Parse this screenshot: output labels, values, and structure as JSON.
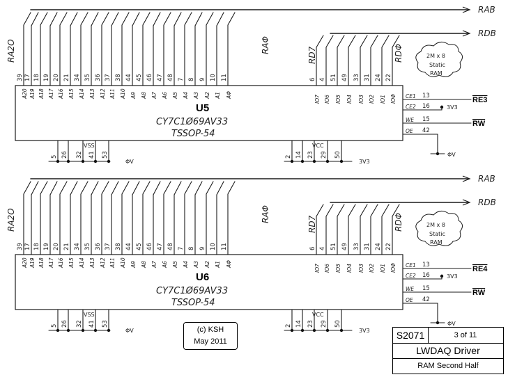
{
  "chips": [
    {
      "ref": "U5",
      "part": "CY7C1Ø69AV33",
      "package": "TSSOP-54",
      "enable_net": "RE3",
      "rw_net": "RW",
      "bus_addr": "RAB",
      "bus_data": "RDB",
      "bus_addr_range_label": "RA2O",
      "bus_addr_low_label": "RAΦ",
      "bus_data_high_label": "RD7",
      "bus_data_low_label": "RDΦ",
      "cloud_note": "2M x 8 Static RAM",
      "power_3v3": "3V3",
      "ground": "ΦV",
      "vss_label": "VSS",
      "vcc_label": "VCC",
      "vss_pins": [
        "5",
        "26",
        "32",
        "41",
        "53"
      ],
      "vcc_pins": [
        "2",
        "14",
        "23",
        "29",
        "50"
      ]
    },
    {
      "ref": "U6",
      "part": "CY7C1Ø69AV33",
      "package": "TSSOP-54",
      "enable_net": "RE4",
      "rw_net": "RW",
      "bus_addr": "RAB",
      "bus_data": "RDB",
      "bus_addr_range_label": "RA2O",
      "bus_addr_low_label": "RAΦ",
      "bus_data_high_label": "RD7",
      "bus_data_low_label": "RDΦ",
      "cloud_note": "2M x 8 Static RAM",
      "power_3v3": "3V3",
      "ground": "ΦV",
      "vss_label": "VSS",
      "vcc_label": "VCC",
      "vss_pins": [
        "5",
        "26",
        "32",
        "41",
        "53"
      ],
      "vcc_pins": [
        "2",
        "14",
        "23",
        "29",
        "50"
      ]
    }
  ],
  "addr_pins": {
    "numbers": [
      "39",
      "17",
      "18",
      "19",
      "20",
      "21",
      "34",
      "35",
      "36",
      "37",
      "38",
      "44",
      "45",
      "46",
      "47",
      "48",
      "7",
      "8",
      "9",
      "10",
      "11"
    ],
    "names": [
      "A20",
      "A19",
      "A18",
      "A17",
      "A16",
      "A15",
      "A14",
      "A13",
      "A12",
      "A11",
      "A10",
      "A9",
      "A8",
      "A7",
      "A6",
      "A5",
      "A4",
      "A3",
      "A2",
      "A1",
      "AΦ"
    ]
  },
  "data_pins": {
    "numbers": [
      "6",
      "4",
      "51",
      "49",
      "33",
      "31",
      "24",
      "22"
    ],
    "names": [
      "IO7",
      "IO6",
      "IO5",
      "IO4",
      "IO3",
      "IO2",
      "IO1",
      "IOΦ"
    ]
  },
  "control_pins": {
    "names": [
      "CE1",
      "CE2",
      "WE",
      "OE"
    ],
    "numbers": [
      "13",
      "16",
      "15",
      "42"
    ]
  },
  "copyright": {
    "line1": "(c) KSH",
    "line2": "May 2011"
  },
  "title_block": {
    "sheet_id": "S2071",
    "page": "3 of 11",
    "title": "LWDAQ Driver",
    "subtitle": "RAM Second Half"
  }
}
